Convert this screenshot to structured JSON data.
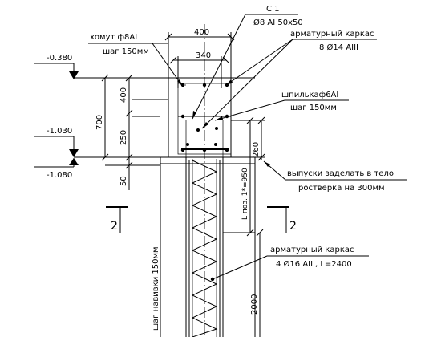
{
  "labels": {
    "stirrup_label": "хомут ф8АI",
    "stirrup_step": "шаг 150мм",
    "section_c1": "С 1",
    "c1_spec": "Ø8 АI  50х50",
    "cage_top_label": "арматурный каркас",
    "cage_top_spec": "8 Ø14 АIII",
    "pin_label": "шпилькаф6АI",
    "pin_step": "шаг 150мм",
    "outlets_line1": "выпуски заделать в тело",
    "outlets_line2": "ростверка на 300мм",
    "cage_pile_label": "арматурный каркас",
    "cage_pile_spec": "4 Ø16 АIII, L=2400",
    "fill_step": "шаг навивки 150мм"
  },
  "levels": {
    "top": "-0.380",
    "middle": "-1.030",
    "bottom": "-1.080"
  },
  "dimensions": {
    "width_400": "400",
    "width_340": "340",
    "height_700": "700",
    "height_400": "400",
    "height_250": "250",
    "height_50": "50",
    "height_260": "260",
    "anchor_len": "L поз. 1*=950",
    "pile_2000": "2000"
  },
  "section_marks": {
    "left": "2",
    "right": "2"
  }
}
